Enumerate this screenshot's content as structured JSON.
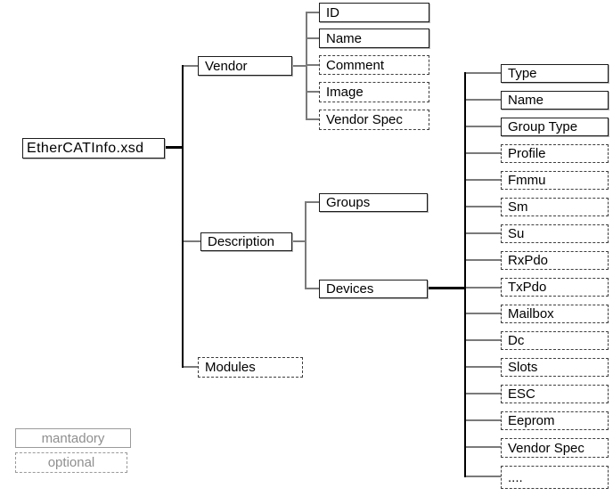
{
  "colors": {
    "solid_border": "#1c1c1c",
    "dashed_border": "#3f3f3f",
    "connector": "#7a7a7a",
    "trunk": "#000000",
    "legend_border": "#9a9a9a",
    "legend_text": "#8f8f8f",
    "text": "#000000",
    "background": "#ffffff"
  },
  "tree": {
    "root": "EtherCATInfo.xsd",
    "vendor": "Vendor",
    "vendor_children": [
      "ID",
      "Name",
      "Comment",
      "Image",
      "Vendor Spec"
    ],
    "description": "Description",
    "description_children": [
      "Groups",
      "Devices"
    ],
    "modules": "Modules",
    "devices_children": [
      "Type",
      "Name",
      "Group Type",
      "Profile",
      "Fmmu",
      "Sm",
      "Su",
      "RxPdo",
      "TxPdo",
      "Mailbox",
      "Dc",
      "Slots",
      "ESC",
      "Eeprom",
      "Vendor Spec",
      "...."
    ]
  },
  "legend": {
    "mandatory_label": "mantadory",
    "optional_label": "optional"
  }
}
